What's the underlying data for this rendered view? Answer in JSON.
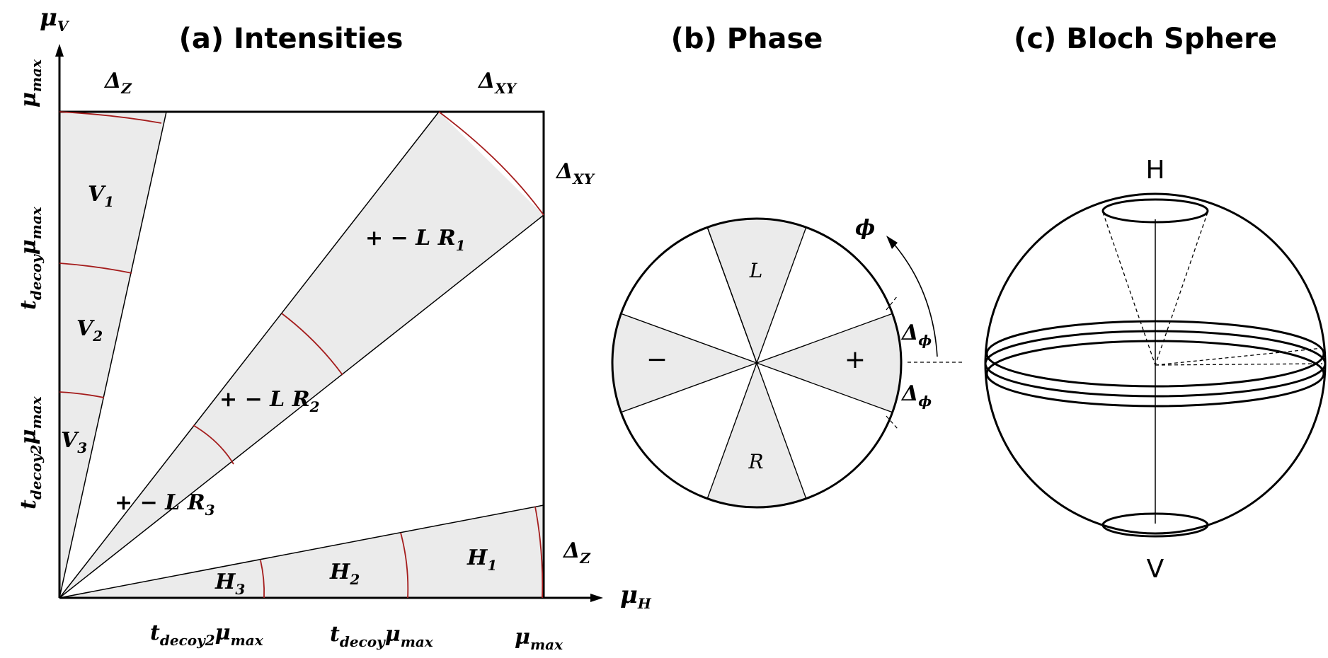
{
  "titles": {
    "a": "(a) Intensities",
    "b": "(b) Phase",
    "c": "(c) Bloch Sphere"
  },
  "axes": {
    "y": {
      "base": "μ",
      "sub": "V"
    },
    "x": {
      "base": "μ",
      "sub": "H"
    }
  },
  "ticks": {
    "y": [
      {
        "t": "μ",
        "sub": "max"
      },
      {
        "t": "t",
        "sub": "decoy",
        "t2": "μ",
        "sub2": "max"
      },
      {
        "t": "t",
        "sub": "decoy2",
        "t2": "μ",
        "sub2": "max"
      }
    ],
    "x": [
      {
        "t": "t",
        "sub": "decoy2",
        "t2": "μ",
        "sub2": "max"
      },
      {
        "t": "t",
        "sub": "decoy",
        "t2": "μ",
        "sub2": "max"
      },
      {
        "t": "μ",
        "sub": "max"
      }
    ]
  },
  "intensity": {
    "vertical_regions": [
      {
        "t": "V",
        "sub": "1"
      },
      {
        "t": "V",
        "sub": "2"
      },
      {
        "t": "V",
        "sub": "3"
      }
    ],
    "horizontal_regions": [
      {
        "t": "H",
        "sub": "1"
      },
      {
        "t": "H",
        "sub": "2"
      },
      {
        "t": "H",
        "sub": "3"
      }
    ],
    "diagonal_regions": [
      {
        "prefix": "+ − L ",
        "t": "R",
        "sub": "1"
      },
      {
        "prefix": "+ − L ",
        "t": "R",
        "sub": "2"
      },
      {
        "prefix": "+ − L ",
        "t": "R",
        "sub": "3"
      }
    ],
    "deltas": {
      "z_top": {
        "t": "Δ",
        "sub": "Z"
      },
      "xy_top": {
        "t": "Δ",
        "sub": "XY"
      },
      "xy_right": {
        "t": "Δ",
        "sub": "XY"
      },
      "z_right": {
        "t": "Δ",
        "sub": "Z"
      }
    }
  },
  "phase": {
    "sectors": {
      "top": "L",
      "bottom": "R",
      "left": "−",
      "right": "+"
    },
    "phi": "ϕ",
    "delta_phi_upper": {
      "t": "Δ",
      "sub": "ϕ"
    },
    "delta_phi_lower": {
      "t": "Δ",
      "sub": "ϕ"
    }
  },
  "bloch": {
    "top_label": "H",
    "bottom_label": "V"
  },
  "colors": {
    "line": "#000000",
    "arc": "#a41c1c",
    "fill": "#ebebeb"
  }
}
